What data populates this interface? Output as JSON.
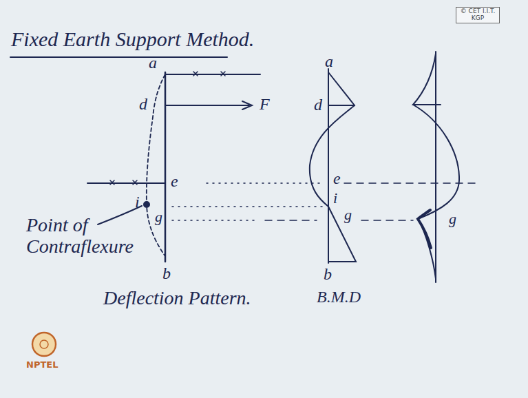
{
  "diagram": {
    "title": "Fixed Earth Support Method.",
    "labels": [
      "© CET I.I.T. KGP",
      "a",
      "d",
      "F",
      "e",
      "i",
      "g",
      "b",
      "Point of Contraflexure",
      "Deflection Pattern.",
      "a",
      "d",
      "e",
      "i",
      "g",
      "b",
      "B.M.D",
      "g",
      "NPTEL"
    ]
  }
}
